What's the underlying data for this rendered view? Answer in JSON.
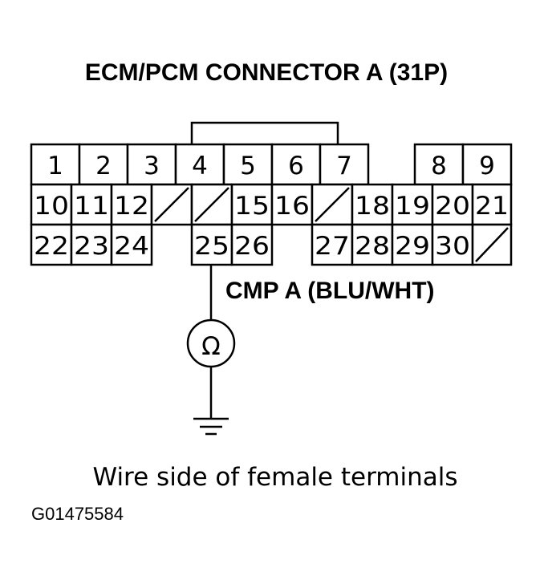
{
  "title": "ECM/PCM CONNECTOR A (31P)",
  "probe_label": "CMP A (BLU/WHT)",
  "meter_symbol": "Ω",
  "caption": "Wire side of female terminals",
  "figure_code": "G01475584",
  "connector": {
    "row1": [
      {
        "pin": "1"
      },
      {
        "pin": "2"
      },
      {
        "pin": "3"
      },
      {
        "pin": "4"
      },
      {
        "pin": "5"
      },
      {
        "pin": "6"
      },
      {
        "pin": "7"
      },
      {
        "pin": ""
      },
      {
        "pin": "8"
      },
      {
        "pin": "9"
      }
    ],
    "row2": [
      {
        "pin": "10"
      },
      {
        "pin": "11"
      },
      {
        "pin": "12"
      },
      {
        "pin": "",
        "empty_cavity": true
      },
      {
        "pin": "",
        "empty_cavity": true
      },
      {
        "pin": "15"
      },
      {
        "pin": "16"
      },
      {
        "pin": "",
        "empty_cavity": true
      },
      {
        "pin": "18"
      },
      {
        "pin": "19"
      },
      {
        "pin": "20"
      },
      {
        "pin": "21"
      }
    ],
    "row3": [
      {
        "pin": "22"
      },
      {
        "pin": "23"
      },
      {
        "pin": "24"
      },
      {
        "pin": "25"
      },
      {
        "pin": "26"
      },
      {
        "pin": "27"
      },
      {
        "pin": "28"
      },
      {
        "pin": "29"
      },
      {
        "pin": "30"
      },
      {
        "pin": "",
        "empty_cavity": true
      }
    ]
  }
}
